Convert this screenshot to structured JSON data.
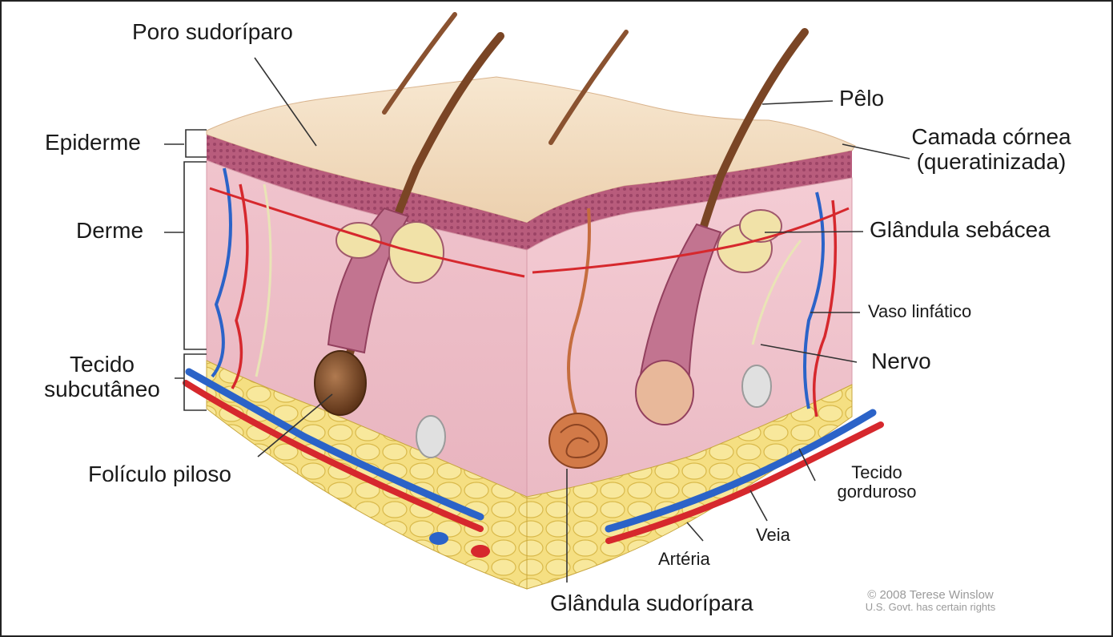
{
  "diagram": {
    "labels": {
      "poro": "Poro sudoríparo",
      "epiderme": "Epiderme",
      "derme": "Derme",
      "tecido_sub": [
        "Tecido",
        "subcutâneo"
      ],
      "foliculo": "Folículo piloso",
      "pelo": "Pêlo",
      "camada": [
        "Camada córnea",
        "(queratinizada)"
      ],
      "sebacea": "Glândula sebácea",
      "linfatico": "Vaso linfático",
      "nervo": "Nervo",
      "gorduroso": [
        "Tecido",
        "gorduroso"
      ],
      "veia": "Veia",
      "arteria": "Artéria",
      "sudoripara": "Glândula sudorípara"
    },
    "credit": [
      "© 2008 Terese Winslow",
      "U.S. Govt. has certain rights"
    ],
    "colors": {
      "skin_top": "#f3dcc0",
      "epidermis": "#b45a78",
      "dermis": "#f2c7cf",
      "fat": "#f4dc7a",
      "artery": "#d6282d",
      "vein": "#2b63c8",
      "hair": "#8a5230"
    }
  }
}
